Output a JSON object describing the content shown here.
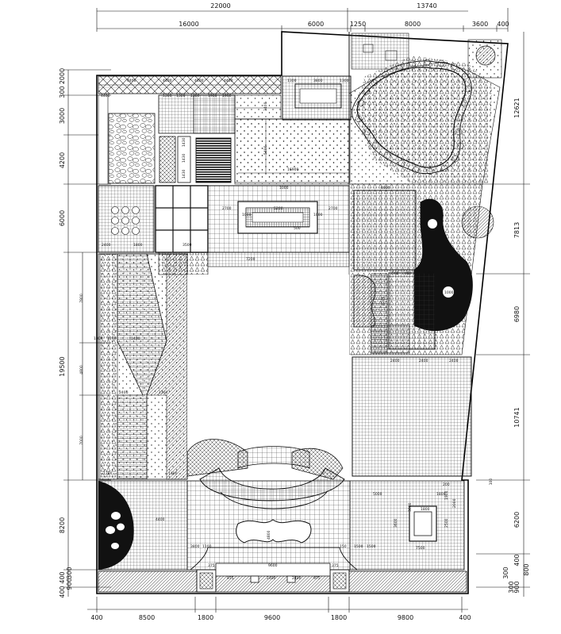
{
  "dimensions": {
    "top_outer": [
      "22000",
      "13740"
    ],
    "top_inner": [
      "16000",
      "6000",
      "1250",
      "8000",
      "3600",
      "400"
    ],
    "bottom": [
      "400",
      "8500",
      "1800",
      "9600",
      "1800",
      "9800",
      "400"
    ],
    "left": [
      "2000",
      "300",
      "3000",
      "4200",
      "6000",
      "19500",
      "8200",
      "400",
      "400",
      "900",
      "300"
    ],
    "left_inner": [
      "7800",
      "4800",
      "7000"
    ],
    "right": [
      "12621",
      "7813",
      "6980",
      "10741",
      "6200",
      "300",
      "400",
      "900",
      "800",
      "300",
      "100"
    ]
  },
  "interior_labels": {
    "top_left_row": [
      "4400",
      "4400",
      "4400",
      "4400",
      "1300",
      "3800",
      "1300"
    ],
    "second_row": [
      "4400",
      "1300",
      "1300",
      "1300",
      "1900",
      "1900"
    ],
    "lawn_north": [
      "3400",
      "5400",
      "16900"
    ],
    "small_boxes": [
      "1430",
      "1430",
      "1430"
    ],
    "central_court": [
      "2700",
      "5200",
      "2700",
      "1000",
      "1000",
      "500",
      "1000"
    ],
    "west_band": [
      "2400",
      "1800",
      "3500",
      "7200",
      "6000"
    ],
    "west_walk": [
      "1000",
      "1200",
      "1400",
      "2400",
      "1300",
      "1200",
      "1400"
    ],
    "east_mid": [
      "500",
      "800",
      "1000",
      "4200",
      "1000"
    ],
    "east_lawn": [
      "2400",
      "2400",
      "2400"
    ],
    "south": [
      "4400",
      "3800",
      "4800",
      "1100",
      "375",
      "375",
      "975",
      "2400",
      "9600",
      "2400",
      "975",
      "150",
      "1500",
      "1500",
      "3600",
      "2500",
      "1900",
      "7500",
      "3000",
      "2000",
      "1800",
      "5000",
      "200",
      "1800"
    ]
  }
}
